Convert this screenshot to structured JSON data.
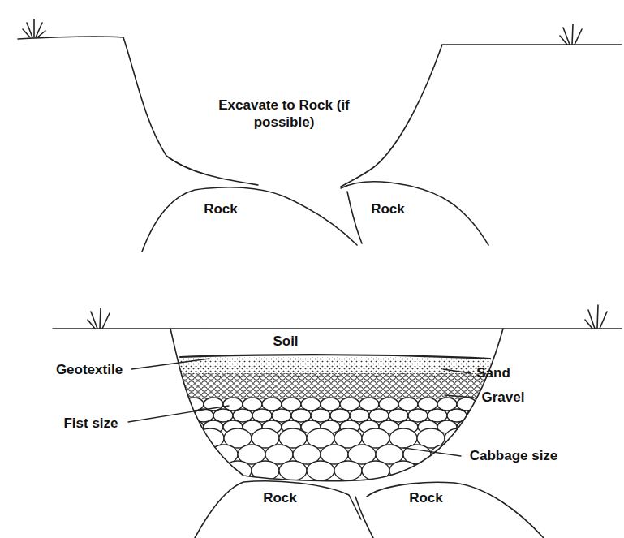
{
  "diagram": {
    "labels": [
      "Excavate to Rock (if possible)",
      "Rock",
      "Rock",
      "Soil",
      "Geotextile",
      "Sand",
      "Gravel",
      "Fist size",
      "Cabbage size",
      "Rock",
      "Rock"
    ]
  }
}
